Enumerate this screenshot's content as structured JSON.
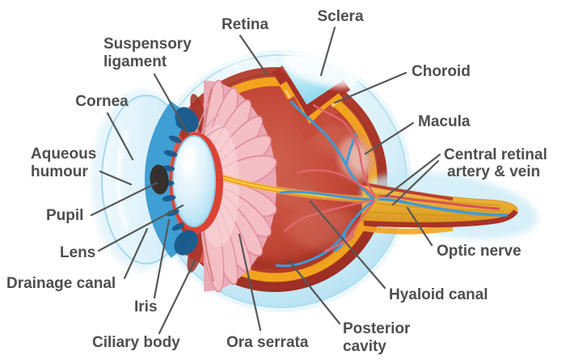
{
  "labels": {
    "retina": "Retina",
    "sclera": "Sclera",
    "suspensory_1": "Suspensory",
    "suspensory_2": "ligament",
    "choroid": "Choroid",
    "cornea": "Cornea",
    "macula": "Macula",
    "aqueous_1": "Aqueous",
    "aqueous_2": "humour",
    "central_1": "Central retinal",
    "central_2": "artery & vein",
    "pupil": "Pupil",
    "lens": "Lens",
    "optic_nerve": "Optic nerve",
    "drainage_canal": "Drainage canal",
    "iris": "Iris",
    "hyaloid_canal": "Hyaloid canal",
    "ciliary_body": "Ciliary body",
    "ora_serrata": "Ora serrata",
    "posterior_1": "Posterior",
    "posterior_2": "cavity"
  },
  "palette": {
    "background": "#ffffff",
    "label_text": "#4f4e4e",
    "leader_line": "#575757",
    "sclera_blue": "#cfeaf8",
    "choroid_red": "#ab372b",
    "retina_yellow": "#f2a41e",
    "posterior_cavity_red": "#c04737",
    "ciliary_fan_pink": "#f4bec5",
    "iris_blue": "#3f9fd4",
    "lens_blue": "#d8eefb",
    "vein_blue": "#3f9ad6",
    "artery_red": "#d94d5c",
    "optic_nerve_tan": "#e8a92e",
    "pupil_black": "#35302d",
    "ciliary_salmon": "#dd5a4d"
  }
}
